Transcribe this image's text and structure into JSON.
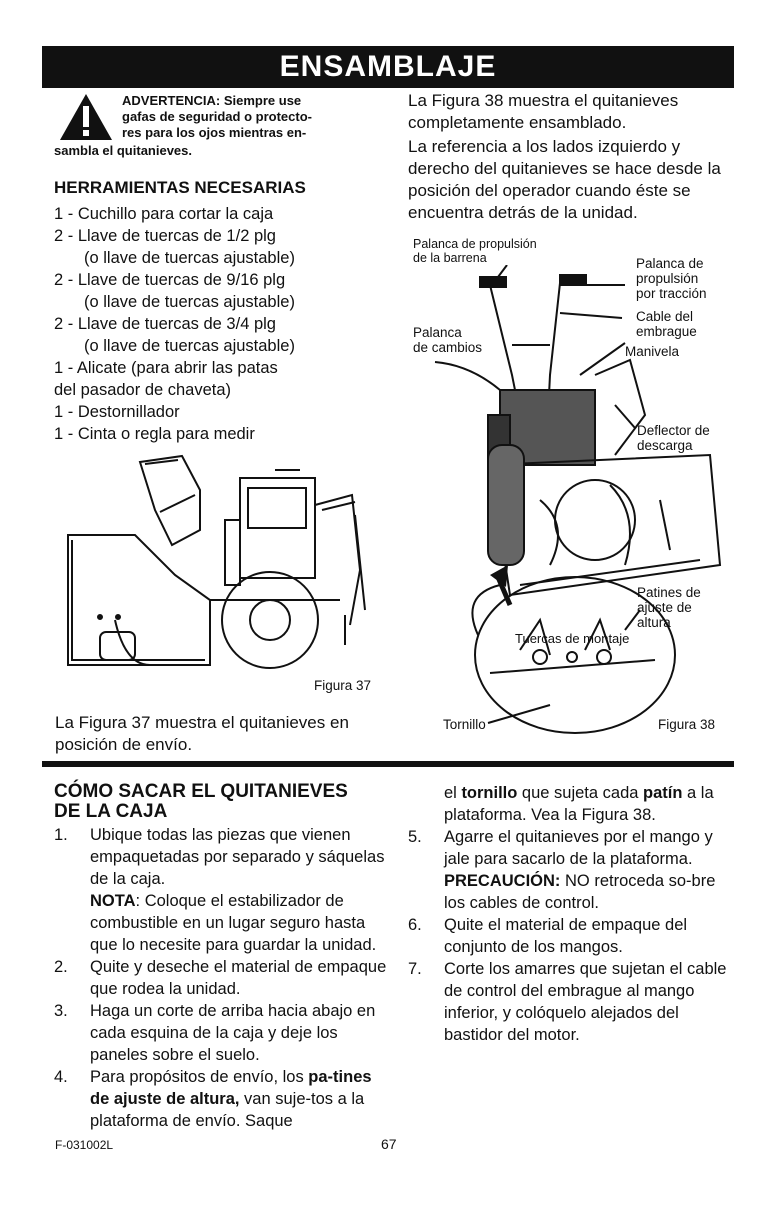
{
  "header": {
    "title": "ENSAMBLAJE"
  },
  "warning": {
    "line1": "ADVERTENCIA: Siempre use",
    "line2": "gafas de seguridad o protecto-",
    "line3": "res para los ojos mientras en-",
    "line4": "sambla el quitanieves."
  },
  "tools": {
    "heading": "HERRAMIENTAS NECESARIAS",
    "lines": [
      "1 - Cuchillo para cortar la caja",
      "2 - Llave de tuercas de 1/2 plg",
      "(o llave de tuercas ajustable)",
      "2 - Llave de tuercas de 9/16 plg",
      "(o llave de tuercas ajustable)",
      "2 - Llave de tuercas de 3/4 plg",
      "(o llave de tuercas ajustable)",
      "1 - Alicate (para abrir las patas",
      "del pasador de chaveta)",
      "1 - Destornillador",
      "1 - Cinta o regla para medir"
    ]
  },
  "intro": {
    "p1": "La Figura 38 muestra el quitanieves completamente ensamblado.",
    "p2": "La referencia a los lados izquierdo y derecho del quitanieves se hace desde la posición del operador cuando éste se encuentra detrás de la unidad."
  },
  "figure37": {
    "label": "Figura 37",
    "caption": "La Figura 37 muestra el quitanieves en posición de envío."
  },
  "figure38": {
    "label": "Figura 38",
    "labels": {
      "auger_l1": "Palanca de  propulsión",
      "auger_l2": "de la  barrena",
      "drive_l1": "Palanca de",
      "drive_l2": "propulsión",
      "drive_l3": "por tracción",
      "clutch_l1": "Cable del",
      "clutch_l2": "embrague",
      "shift_l1": "Palanca",
      "shift_l2": "de cambios",
      "crank": "Manivela",
      "deflector_l1": "Deflector de",
      "deflector_l2": "descarga",
      "skid_l1": "Patines de",
      "skid_l2": "ajuste de",
      "skid_l3": "altura",
      "nuts": "Tuercas de montaje",
      "bolt": "Tornillo"
    }
  },
  "section": {
    "heading_l1": "CÓMO SACAR EL QUITANIEVES",
    "heading_l2": "DE LA CAJA",
    "s1_num": "1.",
    "s1_text": "Ubique todas las piezas que vienen empaquetadas por separado y sáquelas de la caja.",
    "s1_note_label": "NOTA",
    "s1_note_text": ": Coloque el estabilizador de combustible en un lugar seguro hasta que lo necesite para guardar la unidad.",
    "s2_num": "2.",
    "s2_text": "Quite y deseche el material de empaque que rodea la unidad.",
    "s3_num": "3.",
    "s3_text": "Haga un corte de arriba hacia abajo en cada esquina de la caja y deje los paneles sobre el suelo.",
    "s4_num": "4.",
    "s4_a": "Para propósitos de envío, los ",
    "s4_b": "pa-tines de ajuste de altura,",
    "s4_c": " van suje-tos a la plataforma de envío. Saque",
    "s4_d": "el ",
    "s4_e": "tornillo",
    "s4_f": " que sujeta cada ",
    "s4_g": "patín",
    "s4_h": " a la plataforma. Vea la Figura 38.",
    "s5_num": "5.",
    "s5_text": "Agarre el quitanieves por el mango y jale para sacarlo de la plataforma.",
    "s5_caution_label": "PRECAUCIÓN:",
    "s5_caution_text": " NO retroceda so-bre los cables de control.",
    "s6_num": "6.",
    "s6_text": "Quite el material de empaque del conjunto de los mangos.",
    "s7_num": "7.",
    "s7_text": "Corte los amarres que sujetan el cable de control del embrague al mango inferior, y colóquelo alejados del bastidor del motor."
  },
  "footer": {
    "code": "F-031002L",
    "page": "67"
  }
}
